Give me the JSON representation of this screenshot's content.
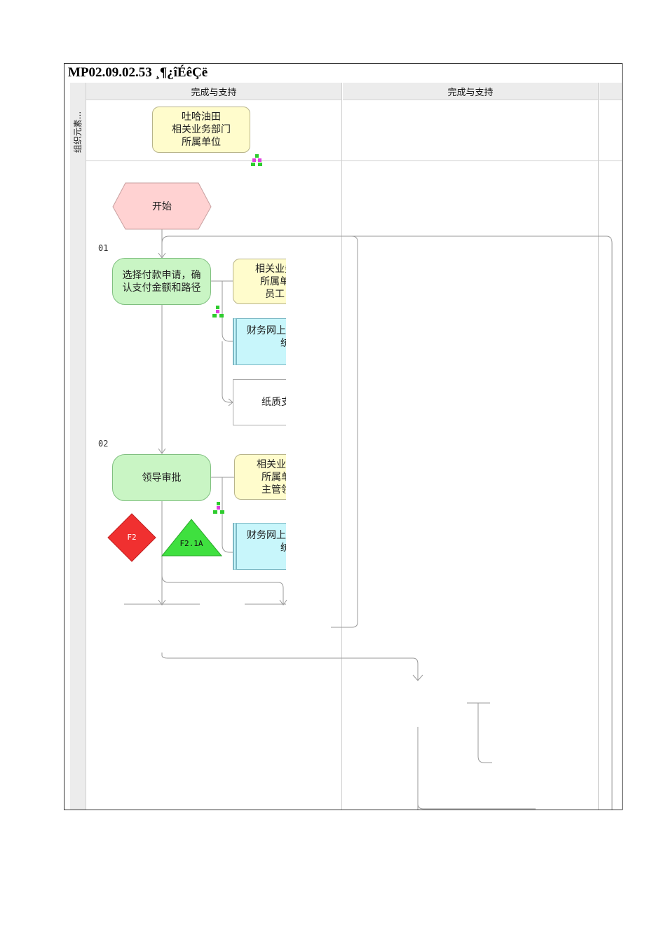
{
  "title": "MP02.09.02.53 ¸¶¿îÉêÇë",
  "lane_label": "组织元素...",
  "columns": [
    {
      "label": "完成与支持"
    },
    {
      "label": "完成与支持"
    }
  ],
  "org_unit": {
    "lines": [
      "吐哈油田",
      "相关业务部门",
      "所属单位"
    ]
  },
  "start": {
    "label": "开始"
  },
  "steps": [
    {
      "number": "01",
      "label_lines": [
        "选择付款申请，确",
        "认支付金额和路径"
      ],
      "role_lines": [
        "相关业务",
        "所属单",
        "员工"
      ],
      "system_lines": [
        "财务网上",
        "统"
      ],
      "doc_label": "纸质支"
    },
    {
      "number": "02",
      "label": "领导审批",
      "role_lines": [
        "相关业务",
        "所属单",
        "主管领"
      ],
      "system_lines": [
        "财务网上",
        "统"
      ]
    }
  ],
  "risk": {
    "label": "F2",
    "color": "#f03030"
  },
  "control": {
    "label": "F2.1A",
    "color": "#3fe03f"
  },
  "colors": {
    "org": "#fffccc",
    "activity": "#c9f5c4",
    "system": "#c8f6fb",
    "start": "#ffd2d2"
  }
}
